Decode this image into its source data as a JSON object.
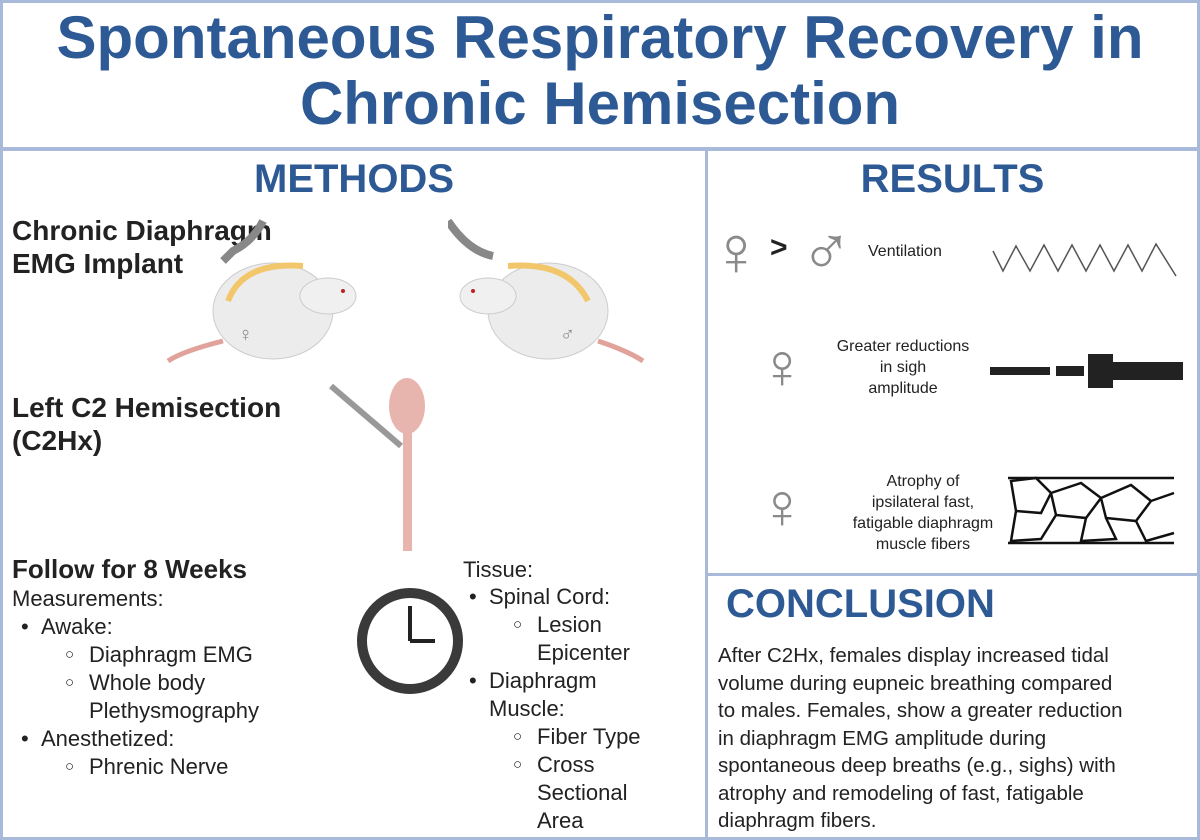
{
  "title": "Spontaneous Respiratory Recovery in Chronic Hemisection",
  "methods": {
    "heading": "METHODS",
    "step1": [
      "Chronic Diaphragm",
      "EMG Implant"
    ],
    "step2": [
      "Left C2 Hemisection",
      "(C2Hx)"
    ],
    "step3": "Follow for 8 Weeks",
    "measurements_label": "Measurements:",
    "measurements": [
      {
        "label": "Awake:",
        "sub": [
          "Diaphragm EMG",
          "Whole body",
          "Plethysmography"
        ]
      },
      {
        "label": "Anesthetized:",
        "sub": [
          "Phrenic Nerve"
        ]
      }
    ],
    "tissue_label": "Tissue:",
    "tissue": [
      {
        "label": "Spinal Cord:",
        "sub": [
          "Lesion",
          "Epicenter"
        ]
      },
      {
        "label": "Diaphragm",
        "label2": "Muscle:",
        "sub": [
          "Fiber Type",
          "Cross",
          "Sectional",
          "Area"
        ]
      }
    ],
    "female_symbol": "♀",
    "male_symbol": "♂"
  },
  "results": {
    "heading": "RESULTS",
    "comparator": ">",
    "items": [
      {
        "text": "Ventilation"
      },
      {
        "text": [
          "Greater reductions",
          "in sigh",
          "amplitude"
        ]
      },
      {
        "text": [
          "Atrophy of",
          "ipsilateral fast,",
          "fatigable diaphragm",
          "muscle fibers"
        ]
      }
    ]
  },
  "conclusion": {
    "heading": "CONCLUSION",
    "lines": [
      "After C2Hx, females display increased tidal",
      "volume during eupneic breathing compared",
      "to males. Females, show a greater reduction",
      "in diaphragm EMG amplitude during",
      "spontaneous deep breaths (e.g., sighs) with",
      "atrophy and remodeling of fast, fatigable",
      "diaphragm fibers."
    ]
  },
  "colors": {
    "heading": "#2d5a94",
    "border": "#a9b9d9",
    "symbol": "#8a8a8a"
  }
}
